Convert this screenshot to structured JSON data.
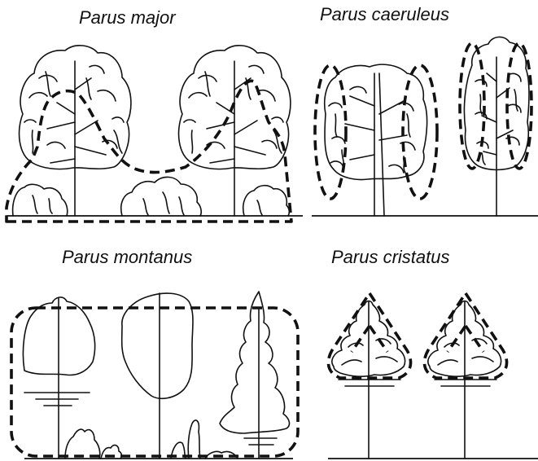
{
  "panels": [
    {
      "id": "major",
      "title": "Parus major"
    },
    {
      "id": "caeruleus",
      "title": "Parus caeruleus"
    },
    {
      "id": "montanus",
      "title": "Parus montanus"
    },
    {
      "id": "cristatus",
      "title": "Parus cristatus"
    }
  ]
}
